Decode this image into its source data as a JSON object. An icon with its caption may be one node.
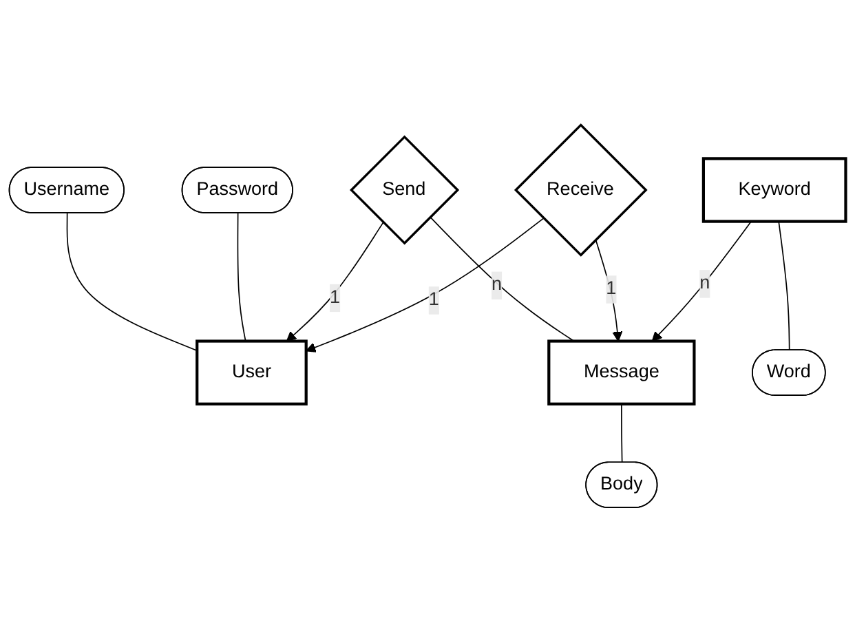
{
  "diagram": {
    "nodes": [
      {
        "text": [
          "Username"
        ]
      },
      {
        "text": [
          "Password"
        ]
      },
      {
        "text": [
          "User"
        ]
      },
      {
        "text": [
          "Send"
        ]
      },
      {
        "text": [
          "Message"
        ]
      },
      {
        "text": [
          "Body"
        ]
      },
      {
        "text": [
          "Receive"
        ]
      },
      {
        "text": [
          "Keyword"
        ]
      },
      {
        "text": [
          "Word"
        ]
      }
    ],
    "edges": [
      {
        "from": 0,
        "to": 2,
        "arrow": "none"
      },
      {
        "from": 1,
        "to": 2,
        "arrow": "none"
      },
      {
        "from": 3,
        "to": 2,
        "arrow": "to",
        "label": "1"
      },
      {
        "from": 3,
        "to": 4,
        "arrow": "none",
        "label": "n"
      },
      {
        "from": 4,
        "to": 5,
        "arrow": "none"
      },
      {
        "from": 6,
        "to": 2,
        "arrow": "to",
        "label": "1"
      },
      {
        "from": 6,
        "to": 4,
        "arrow": "to",
        "label": "1"
      },
      {
        "from": 7,
        "to": 4,
        "arrow": "to",
        "label": "n"
      },
      {
        "from": 7,
        "to": 8,
        "arrow": "none"
      }
    ]
  }
}
